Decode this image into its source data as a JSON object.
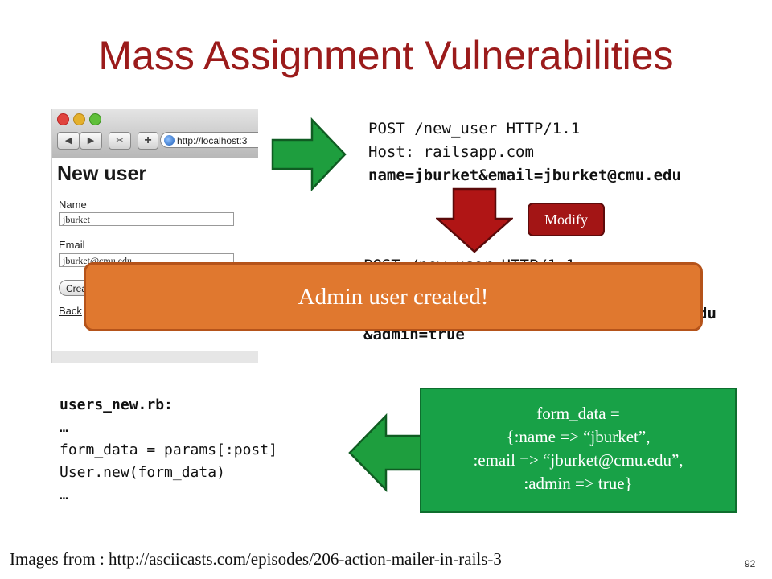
{
  "slide": {
    "title": "Mass Assignment Vulnerabilities",
    "page_number": "92",
    "footer": "Images from : http://asciicasts.com/episodes/206-action-mailer-in-rails-3"
  },
  "browser": {
    "url": "http://localhost:3",
    "back_icon": "◀",
    "forward_icon": "▶",
    "add_icon": "+",
    "page_heading": "New user",
    "name_label": "Name",
    "name_value": "jburket",
    "email_label": "Email",
    "email_value": "jburket@cmu.edu",
    "create_button": "Crea",
    "back_link": "Back"
  },
  "request_original": {
    "line1": "POST /new_user HTTP/1.1",
    "line2": "Host: railsapp.com",
    "line3": "name=jburket&email=jburket@cmu.edu"
  },
  "request_modified": {
    "line1": "POST /new_user HTTP/1.1",
    "line3_tail": "du",
    "line4": "&admin=true"
  },
  "modify_label": "Modify",
  "banner_text": "Admin user created!",
  "code": {
    "line1": "users_new.rb:",
    "line2": "…",
    "line3": "form_data = params[:post]",
    "line4": "User.new(form_data)",
    "line5": "…"
  },
  "form_data_box": {
    "line1": "form_data =",
    "line2": "{:name => “jburket”,",
    "line3": ":email => “jburket@cmu.edu”,",
    "line4": ":admin => true}"
  },
  "colors": {
    "title": "#9b1b1b",
    "arrow_green": "#1e9e3e",
    "arrow_red": "#b01515",
    "banner": "#e0782f",
    "form_box": "#18a147"
  },
  "icons": [
    "right-arrow-icon",
    "down-arrow-icon",
    "left-arrow-icon"
  ]
}
